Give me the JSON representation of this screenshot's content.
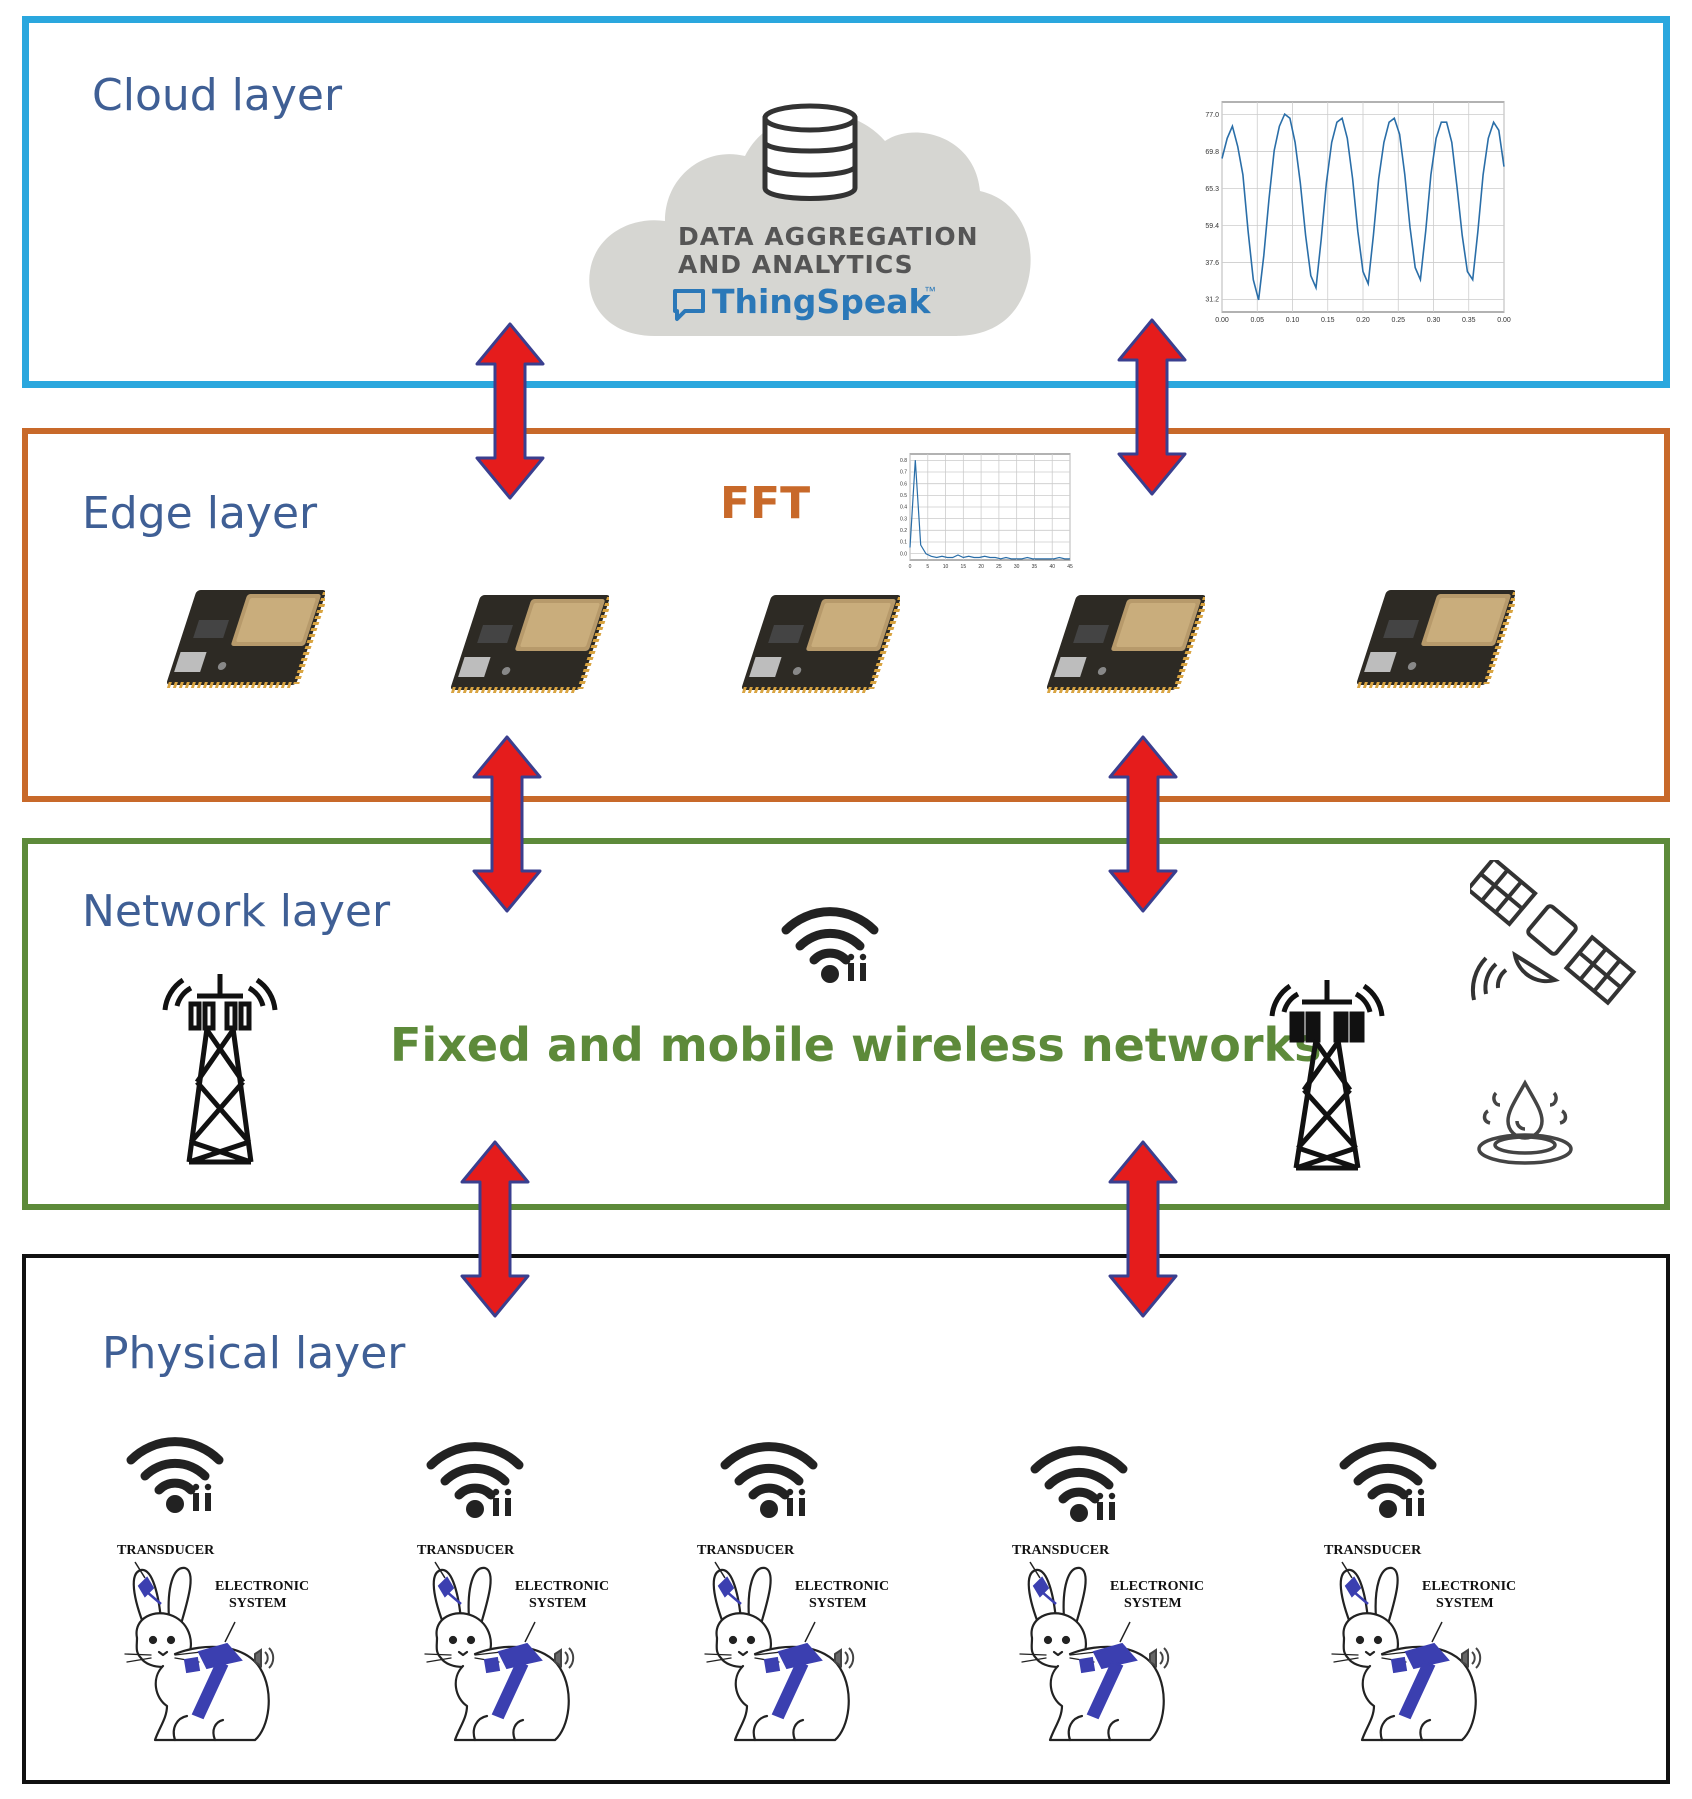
{
  "layers": {
    "cloud": {
      "title": "Cloud layer",
      "color": "#2aa7de"
    },
    "edge": {
      "title": "Edge layer",
      "color": "#c8692a",
      "fft_label": "FFT"
    },
    "network": {
      "title": "Network layer",
      "color": "#5d8a3a",
      "networks_label": "Fixed and mobile wireless networks"
    },
    "physical": {
      "title": "Physical layer",
      "color": "#111111"
    }
  },
  "cloud_service": {
    "line1": "DATA AGGREGATION",
    "line2": "AND ANALYTICS",
    "brand": "ThingSpeak",
    "tm": "™",
    "brand_color": "#2b78b8"
  },
  "arrow_color": "#e51c1c",
  "arrow_outline": "#3a3f8f",
  "rabbit_labels": {
    "transducer": "TRANSDUCER",
    "electronic_1": "ELECTRONIC",
    "electronic_2": "SYSTEM"
  },
  "harness_color": "#3b3fb0",
  "chart_data": [
    {
      "type": "line",
      "series": [
        {
          "values": [
            66,
            71,
            74,
            69,
            62,
            48,
            36,
            31,
            42,
            56,
            68,
            74,
            77,
            76,
            70,
            60,
            47,
            37,
            34,
            46,
            60,
            70,
            75,
            76,
            71,
            61,
            48,
            38,
            35,
            47,
            61,
            70,
            75,
            76,
            72,
            62,
            49,
            39,
            36,
            48,
            62,
            71,
            75,
            75,
            70,
            59,
            47,
            38,
            36,
            48,
            62,
            71,
            75,
            73,
            64
          ]
        }
      ],
      "x_ticks": [
        "0.00",
        "0.05",
        "0.10",
        "0.15",
        "0.20",
        "0.25",
        "0.30",
        "0.35",
        "0.00"
      ],
      "y_ticks": [
        "77.0",
        "69.8",
        "65.3",
        "59.4",
        "37.6",
        "31.2"
      ],
      "grid": true
    },
    {
      "type": "line",
      "series": [
        {
          "values": [
            0.1,
            0.8,
            0.12,
            0.05,
            0.03,
            0.02,
            0.03,
            0.02,
            0.02,
            0.04,
            0.02,
            0.03,
            0.02,
            0.02,
            0.03,
            0.02,
            0.02,
            0.01,
            0.02,
            0.01,
            0.01,
            0.01,
            0.02,
            0.01,
            0.01,
            0.01,
            0.01,
            0.01,
            0.02,
            0.01,
            0.01
          ]
        }
      ],
      "y_ticks": [
        "0.8",
        "0.7",
        "0.6",
        "0.5",
        "0.4",
        "0.3",
        "0.2",
        "0.1",
        "0.0"
      ],
      "x_ticks": [
        "0",
        "5",
        "10",
        "15",
        "20",
        "25",
        "30",
        "35",
        "40",
        "45"
      ],
      "grid": true
    }
  ]
}
